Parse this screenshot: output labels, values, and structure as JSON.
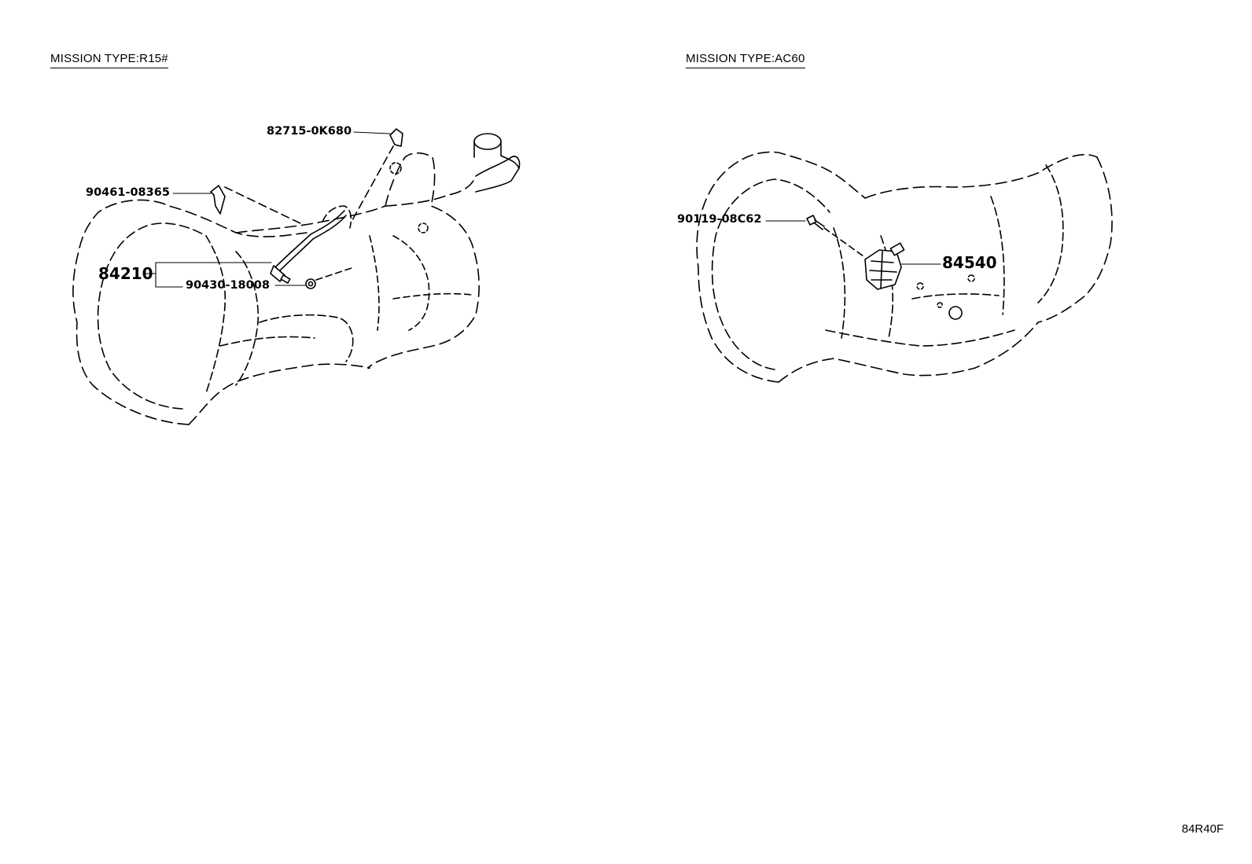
{
  "diagrams": {
    "left": {
      "title": "MISSION TYPE:R15#",
      "parts": {
        "p1": "82715-0K680",
        "p2": "90461-08365",
        "p3": "84210",
        "p4": "90430-18008"
      }
    },
    "right": {
      "title": "MISSION TYPE:AC60",
      "parts": {
        "p1": "90119-08C62",
        "p2": "84540"
      }
    }
  },
  "footer": {
    "code": "84R40F"
  },
  "colors": {
    "line": "#000000",
    "background": "#ffffff"
  }
}
